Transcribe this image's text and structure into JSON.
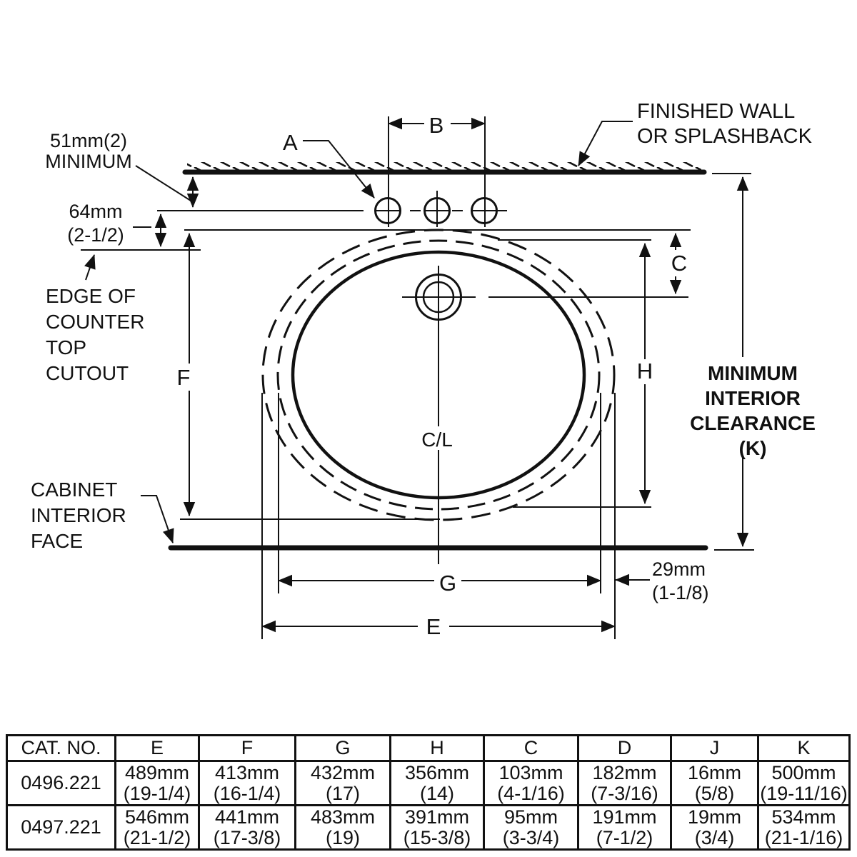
{
  "colors": {
    "ink": "#111111",
    "paper": "#ffffff"
  },
  "diagram": {
    "callouts": {
      "min51": {
        "line1": "51mm(2)",
        "line2": "MINIMUM"
      },
      "dim64": {
        "line1": "64mm",
        "line2": "(2-1/2)"
      },
      "edge_of_cutout": {
        "line1": "EDGE OF",
        "line2": "COUNTER",
        "line3": "TOP",
        "line4": "CUTOUT"
      },
      "cabinet_face": {
        "line1": "CABINET",
        "line2": "INTERIOR",
        "line3": "FACE"
      },
      "finished_wall": {
        "line1": "FINISHED WALL",
        "line2": "OR SPLASHBACK"
      },
      "min_clearance": {
        "line1": "MINIMUM",
        "line2": "INTERIOR",
        "line3": "CLEARANCE",
        "line4": "(K)"
      },
      "dim29": {
        "line1": "29mm",
        "line2": "(1-1/8)"
      }
    },
    "dims": {
      "a": "A",
      "b": "B",
      "c": "C",
      "e": "E",
      "f": "F",
      "g": "G",
      "h": "H",
      "cl": "C/L"
    }
  },
  "table": {
    "headers": [
      "CAT. NO.",
      "E",
      "F",
      "G",
      "H",
      "C",
      "D",
      "J",
      "K"
    ],
    "rows": [
      {
        "cat": "0496.221",
        "cells": [
          {
            "mm": "489mm",
            "in": "(19-1/4)"
          },
          {
            "mm": "413mm",
            "in": "(16-1/4)"
          },
          {
            "mm": "432mm",
            "in": "(17)"
          },
          {
            "mm": "356mm",
            "in": "(14)"
          },
          {
            "mm": "103mm",
            "in": "(4-1/16)"
          },
          {
            "mm": "182mm",
            "in": "(7-3/16)"
          },
          {
            "mm": "16mm",
            "in": "(5/8)"
          },
          {
            "mm": "500mm",
            "in": "(19-11/16)"
          }
        ]
      },
      {
        "cat": "0497.221",
        "cells": [
          {
            "mm": "546mm",
            "in": "(21-1/2)"
          },
          {
            "mm": "441mm",
            "in": "(17-3/8)"
          },
          {
            "mm": "483mm",
            "in": "(19)"
          },
          {
            "mm": "391mm",
            "in": "(15-3/8)"
          },
          {
            "mm": "95mm",
            "in": "(3-3/4)"
          },
          {
            "mm": "191mm",
            "in": "(7-1/2)"
          },
          {
            "mm": "19mm",
            "in": "(3/4)"
          },
          {
            "mm": "534mm",
            "in": "(21-1/16)"
          }
        ]
      }
    ]
  }
}
